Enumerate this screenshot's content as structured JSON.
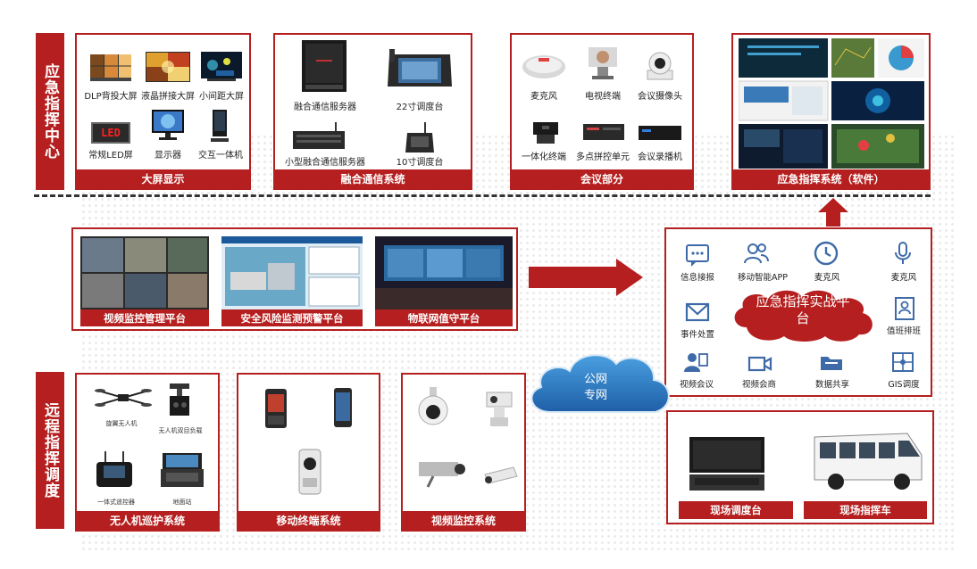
{
  "side_labels": {
    "command_center": "应急指挥中心",
    "remote_dispatch": "远程指挥调度"
  },
  "big_screen": {
    "title": "大屏显示",
    "items": [
      "DLP背投大屏",
      "液晶拼接大屏",
      "小间距大屏",
      "常规LED屏",
      "显示器",
      "交互一体机"
    ]
  },
  "comm": {
    "title": "融合通信系统",
    "items": [
      "融合通信服务器",
      "22寸调度台",
      "小型融合通信服务器",
      "10寸调度台"
    ]
  },
  "meeting": {
    "title": "会议部分",
    "items": [
      "麦克风",
      "电视终端",
      "会议摄像头",
      "一体化终端",
      "多点拼控单元",
      "会议录播机"
    ]
  },
  "software": {
    "title": "应急指挥系统（软件）"
  },
  "platforms": [
    "视频监控管理平台",
    "安全风险监测预警平台",
    "物联网值守平台"
  ],
  "command_platform": {
    "center_text": "应急指挥实战平台",
    "items": [
      "信息接报",
      "移动智能APP",
      "麦克风",
      "麦克风",
      "事件处置",
      "值班排班",
      "视频会议",
      "视频会商",
      "数据共享",
      "GIS调度"
    ]
  },
  "network_cloud": {
    "line1": "公网",
    "line2": "专网"
  },
  "drone": {
    "title": "无人机巡护系统",
    "items": [
      "旋翼无人机",
      "无人机双目负载",
      "一体式遥控器",
      "地面站"
    ]
  },
  "mobile": {
    "title": "移动终端系统"
  },
  "video": {
    "title": "视频监控系统"
  },
  "field": [
    "现场调度台",
    "现场指挥车"
  ],
  "led_text": "LED",
  "colors": {
    "accent": "#b51f1f",
    "cloud": "#2f7fc8",
    "icon": "#3e6aa8"
  }
}
